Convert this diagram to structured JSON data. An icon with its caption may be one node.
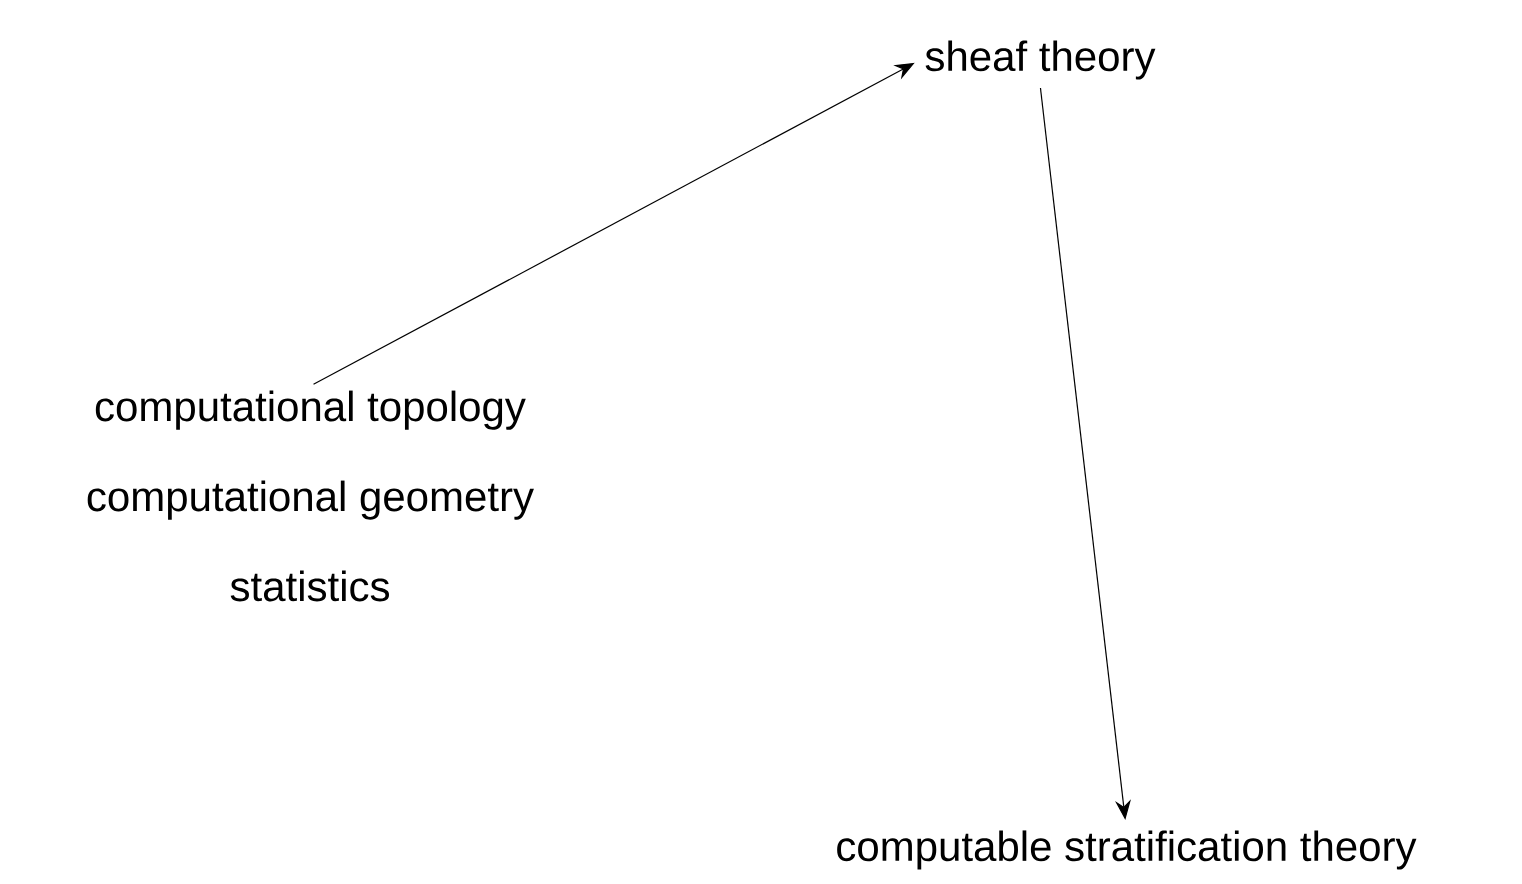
{
  "diagram": {
    "nodes": [
      {
        "text": [
          "computational topology",
          "computational geometry",
          "statistics"
        ]
      },
      {
        "text": [
          "sheaf theory"
        ]
      },
      {
        "text": [
          "computable stratification theory"
        ]
      }
    ],
    "edges": [
      {
        "from": 0,
        "to": 1,
        "arrow": "to"
      },
      {
        "from": 1,
        "to": 2,
        "arrow": "to"
      }
    ]
  }
}
